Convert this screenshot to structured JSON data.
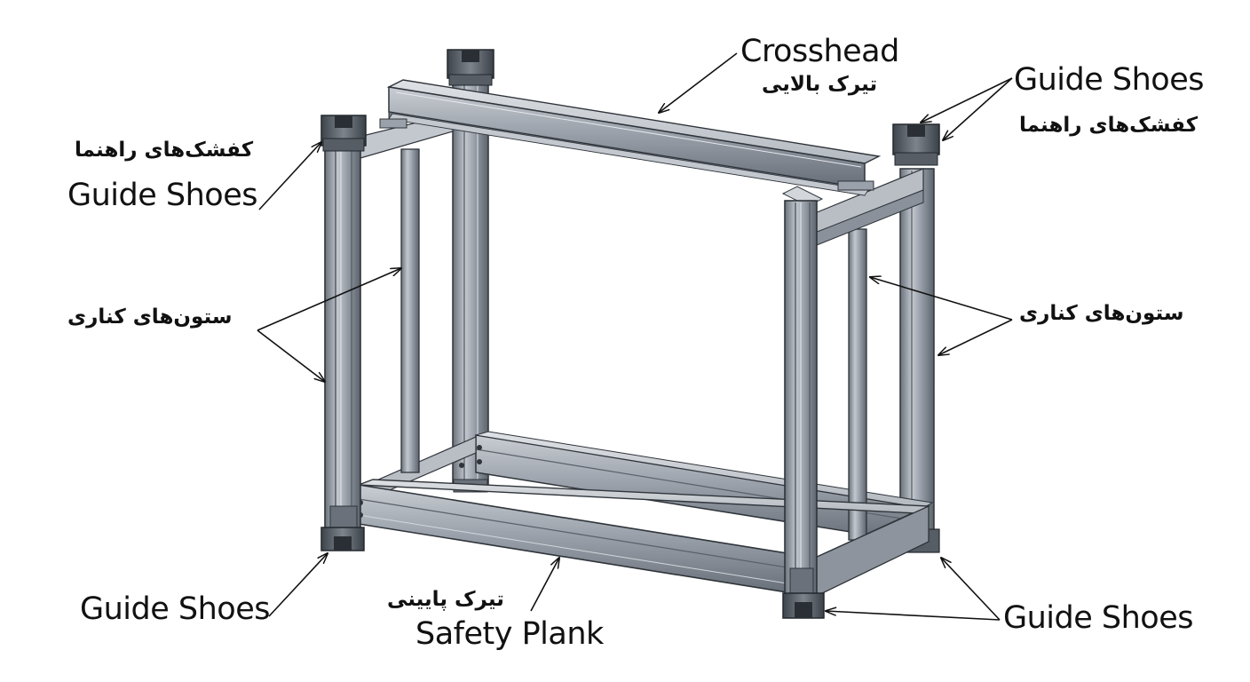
{
  "labels": {
    "crosshead_en": "Crosshead",
    "crosshead_fa": "تیرک بالایی",
    "guide_shoes_top_left_fa": "کفشک‌های راهنما",
    "guide_shoes_top_left_en": "Guide Shoes",
    "guide_shoes_top_right_en": "Guide Shoes",
    "guide_shoes_top_right_fa": "کفشک‌های راهنما",
    "stiles_left_fa": "ستون‌های کناری",
    "stiles_right_fa": "ستون‌های کناری",
    "guide_shoes_bottom_left_en": "Guide Shoes",
    "safety_plank_fa": "تیرک پایینی",
    "safety_plank_en": "Safety Plank",
    "guide_shoes_bottom_right_en": "Guide Shoes"
  },
  "colors": {
    "steel_light": "#b6bcc4",
    "steel_mid": "#8d949d",
    "steel_dark": "#5c636c",
    "outline": "#2f343a",
    "shoe": "#4a5058",
    "arrow": "#111111"
  }
}
